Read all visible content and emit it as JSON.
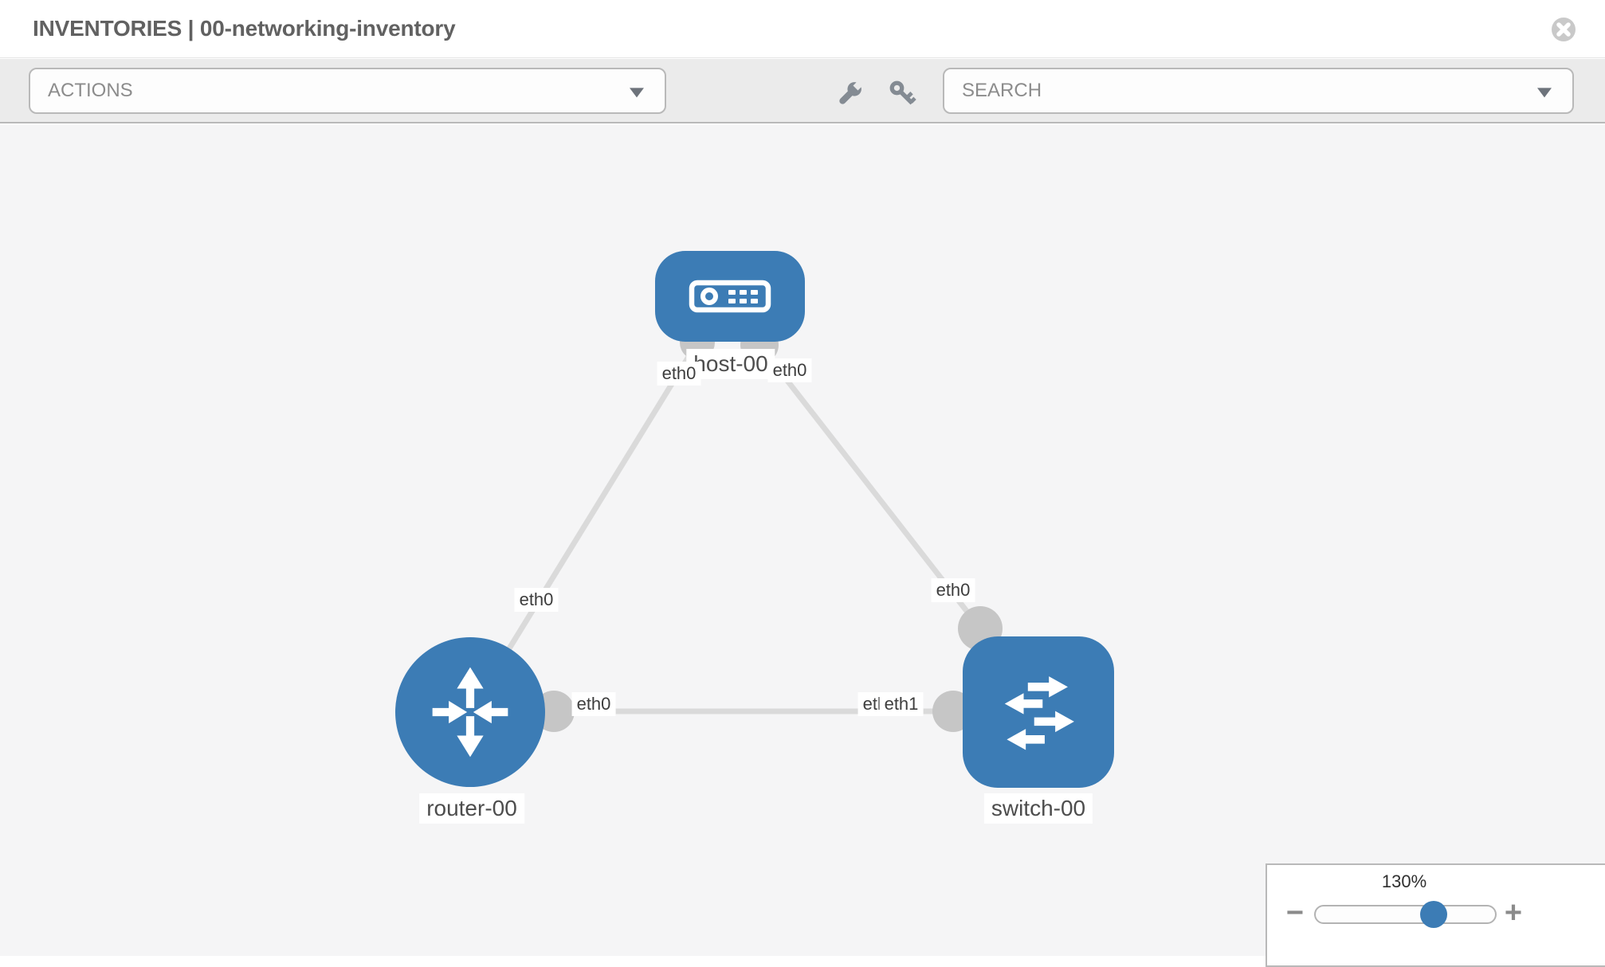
{
  "header": {
    "title": "INVENTORIES | 00-networking-inventory"
  },
  "toolbar": {
    "actions_label": "ACTIONS",
    "search_label": "SEARCH",
    "icons": [
      "wrench-icon",
      "key-icon"
    ]
  },
  "topology": {
    "nodes": [
      {
        "label": "host-00",
        "type": "host"
      },
      {
        "label": "router-00",
        "type": "router"
      },
      {
        "label": "switch-00",
        "type": "switch"
      }
    ],
    "links": [
      {
        "from": "host-00",
        "from_interface": "eth0",
        "to": "router-00",
        "to_interface": "eth0"
      },
      {
        "from": "host-00",
        "from_interface": "eth0",
        "to": "switch-00",
        "to_interface": "eth0"
      },
      {
        "from": "router-00",
        "from_interface": "eth0",
        "to": "switch-00",
        "to_interface": "eth1"
      }
    ],
    "interface_labels": [
      {
        "text": "eth0",
        "near": "host-00 left"
      },
      {
        "text": "eth0",
        "near": "host-00 right"
      },
      {
        "text": "eth0",
        "near": "router-00 top"
      },
      {
        "text": "eth0",
        "near": "switch-00 top"
      },
      {
        "text": "eth0",
        "near": "router-00 right"
      },
      {
        "text": "eth0",
        "near": "switch-00 left (behind)"
      },
      {
        "text": "eth1",
        "near": "switch-00 left (front)"
      }
    ]
  },
  "zoom_control": {
    "value": "130%",
    "minus_label": "−",
    "plus_label": "+"
  },
  "colors": {
    "node_blue": "#3c7cb5",
    "link_gray": "#dadada",
    "port_gray": "#c6c6c6",
    "toolbar_bg": "#ebebeb",
    "canvas_bg": "#f5f5f6"
  }
}
